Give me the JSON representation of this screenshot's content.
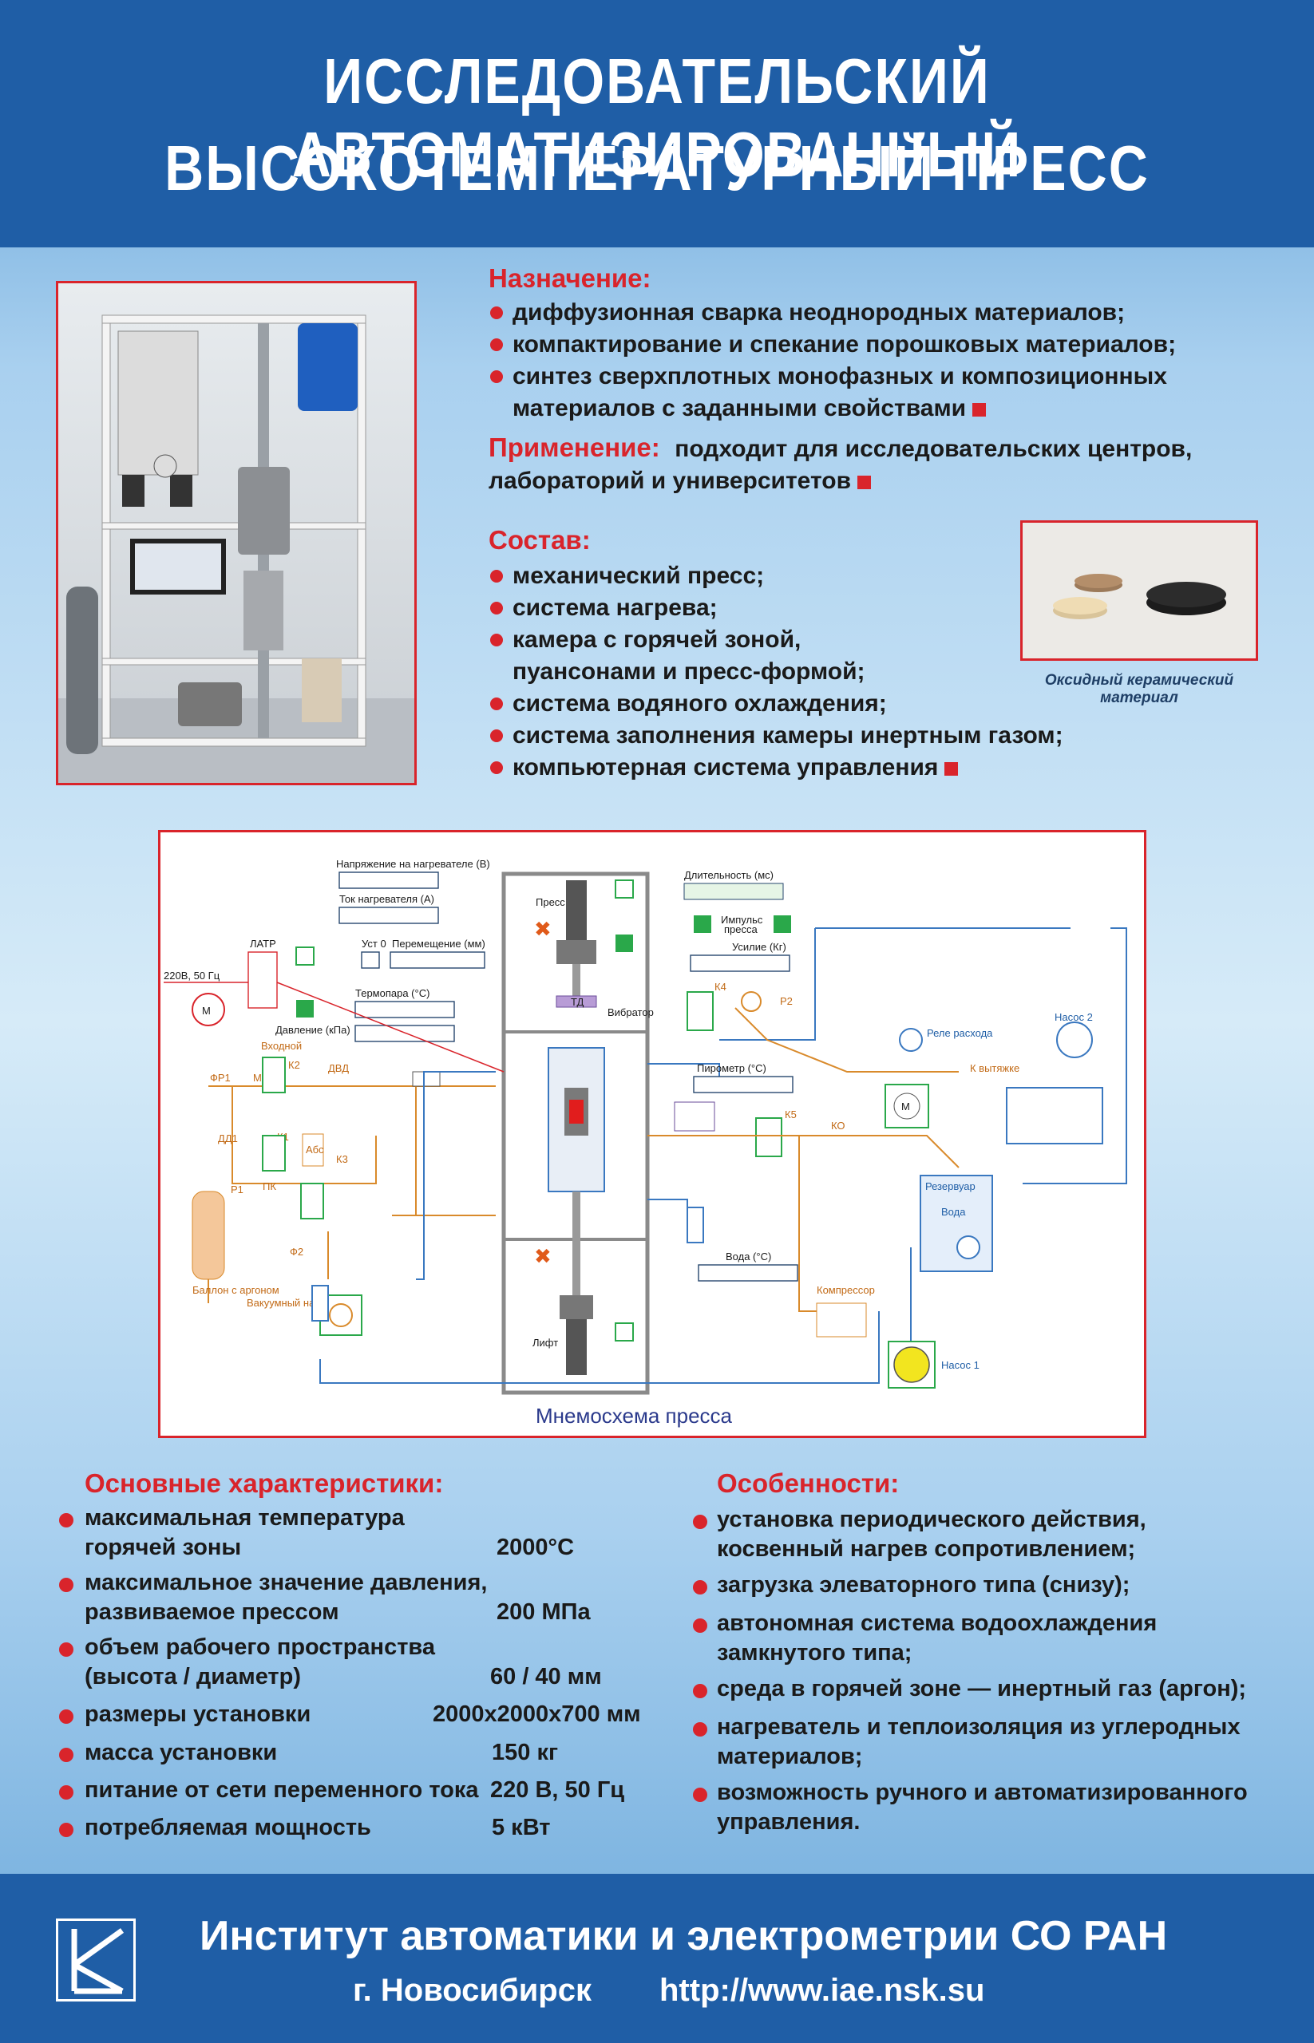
{
  "title": {
    "line1": "ИССЛЕДОВАТЕЛЬСКИЙ  АВТОМАТИЗИРОВАННЫЙ",
    "line2": "ВЫСОКОТЕМПЕРАТУРНЫЙ  ПРЕСС"
  },
  "purpose": {
    "heading": "Назначение:",
    "items": [
      "диффузионная сварка неоднородных материалов;",
      "компактирование и спекание порошковых материалов;",
      "синтез сверхплотных монофазных и композиционных",
      "материалов с заданными свойствами"
    ]
  },
  "application": {
    "heading": "Применение:",
    "text1": "подходит для исследовательских центров,",
    "text2": "лабораторий  и  университетов"
  },
  "composition": {
    "heading": "Состав:",
    "items": [
      "механический пресс;",
      "система нагрева;",
      "камера с горячей зоной,",
      "пуансонами и пресс-формой;",
      "системa водяного охлаждения;",
      "система заполнения камеры инертным газом;",
      "компьютерная система управления"
    ]
  },
  "sample_caption": {
    "line1": "Оксидный керамический",
    "line2": "материал"
  },
  "schematic": {
    "caption": "Мнемосхема пресса",
    "labels": {
      "heater_voltage": "Напряжение на нагревателе (В)",
      "heater_current": "Ток нагревателя (А)",
      "set0": "Уст 0",
      "displacement": "Перемещение (мм)",
      "latr": "ЛАТР",
      "mains": "220В, 50 Гц",
      "thermocouple": "Термопара (°С)",
      "pressure": "Давление (кПа)",
      "press": "Пресс",
      "vibrator": "Вибратор",
      "lift": "Лифт",
      "duration": "Длительность (мс)",
      "pulse": "Импульс",
      "pulse2": "пресса",
      "force": "Усилие (Кг)",
      "pyrometer": "Пирометр (°С)",
      "water": "Вода (°С)",
      "compressor": "Компрессор",
      "flow_relay": "Реле расхода",
      "pump2": "Насос 2",
      "to_exhaust": "К вытяжке",
      "reservoir": "Резервуар",
      "water_tank": "Вода",
      "pump1": "Насос 1",
      "inlet": "Входной",
      "argon_bottle": "Баллон с аргоном",
      "vacuum_pump": "Вакуумный насос",
      "dvd": "ДВД",
      "fr1": "ФР1",
      "m1": "М1",
      "k1": "К1",
      "k2": "К2",
      "k3": "К3",
      "k4": "К4",
      "k5": "К5",
      "dd1": "ДД1",
      "r1": "Р1",
      "r2": "Р2",
      "pk": "ПК",
      "f2": "Ф2",
      "abs": "Абс",
      "ko": "КО",
      "td": "ТД",
      "m": "М"
    }
  },
  "specs": {
    "heading": "Основные характеристики:",
    "items": [
      {
        "label1": "максимальная температура",
        "label2": "горячей зоны",
        "value": "2000°С"
      },
      {
        "label1": "максимальное значение давления,",
        "label2": "развиваемое прессом",
        "value": "200 МПа"
      },
      {
        "label1": "объем рабочего пространства",
        "label2": "(высота / диаметр)",
        "value": "60 / 40 мм"
      },
      {
        "label1": "размеры установки",
        "label2": "",
        "value": "2000х2000х700 мм"
      },
      {
        "label1": "масса установки",
        "label2": "",
        "value": "150 кг"
      },
      {
        "label1": "питание от сети переменного тока",
        "label2": "",
        "value": "220 В, 50 Гц"
      },
      {
        "label1": "потребляемая мощность",
        "label2": "",
        "value": "5 кВт"
      }
    ]
  },
  "features": {
    "heading": "Особенности:",
    "items": [
      {
        "l1": "установка периодического действия,",
        "l2": "косвенный нагрев сопротивлением;"
      },
      {
        "l1": "загрузка элеваторного типа (снизу);",
        "l2": ""
      },
      {
        "l1": "автономная система водоохлаждения",
        "l2": "замкнутого типа;"
      },
      {
        "l1": "среда в горячей зоне — инертный газ (аргон);",
        "l2": ""
      },
      {
        "l1": "нагреватель и теплоизоляция из углеродных",
        "l2": "материалов;"
      },
      {
        "l1": "возможность ручного и автоматизированного",
        "l2": "управления."
      }
    ]
  },
  "footer": {
    "institute": "Институт автоматики и электрометрии СО РАН",
    "city": "г. Новосибирск",
    "url": "http://www.iae.nsk.su"
  },
  "colors": {
    "header_blue": "#1f5ea6",
    "accent_red": "#d9242b",
    "pipe_orange": "#d98a2b",
    "pipe_blue": "#3a78c0",
    "indicator_green": "#2aa84a"
  }
}
